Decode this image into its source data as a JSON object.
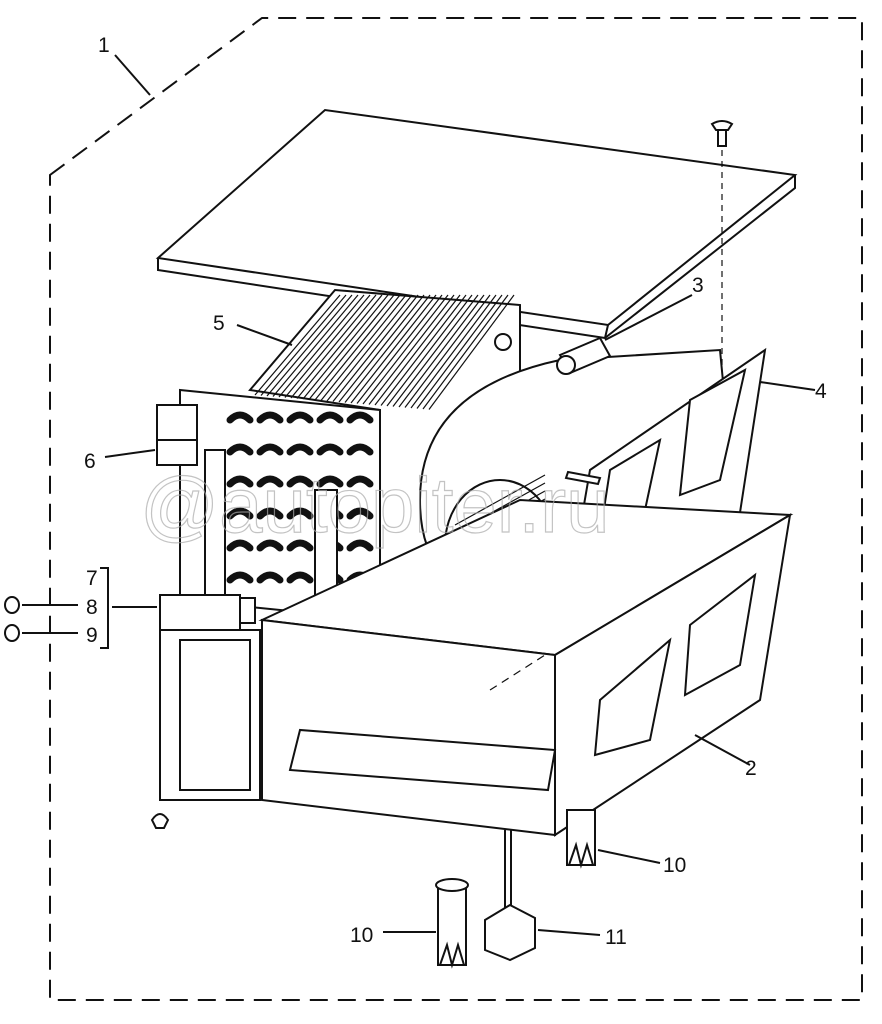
{
  "diagram": {
    "title": "Heater / blower unit exploded view",
    "callouts": [
      {
        "id": "1",
        "label": "1"
      },
      {
        "id": "2",
        "label": "2"
      },
      {
        "id": "3",
        "label": "3"
      },
      {
        "id": "4",
        "label": "4"
      },
      {
        "id": "5",
        "label": "5"
      },
      {
        "id": "6",
        "label": "6"
      },
      {
        "id": "7",
        "label": "7"
      },
      {
        "id": "8",
        "label": "8"
      },
      {
        "id": "9",
        "label": "9"
      },
      {
        "id": "10a",
        "label": "10"
      },
      {
        "id": "10b",
        "label": "10"
      },
      {
        "id": "11",
        "label": "11"
      }
    ],
    "watermark": "@autopiter.ru"
  }
}
